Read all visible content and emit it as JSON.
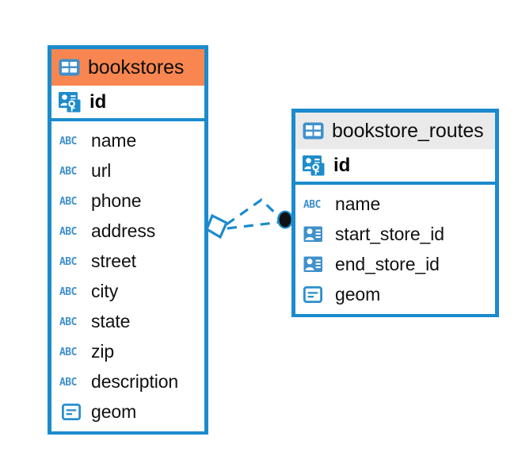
{
  "diagram": {
    "type": "entity-relationship-diagram",
    "background": "#ffffff",
    "accent_border": "#1b8bce",
    "highlight_header": "#f98650",
    "neutral_header": "#eaeaea",
    "icon_blue": "#3f90cc"
  },
  "entities": [
    {
      "id": "bookstores",
      "title": "bookstores",
      "header_style": "orange",
      "primary_key": {
        "name": "id",
        "icon": "primary-key-icon"
      },
      "fields": [
        {
          "name": "name",
          "icon": "abc-icon",
          "icon_label": "ABC"
        },
        {
          "name": "url",
          "icon": "abc-icon",
          "icon_label": "ABC"
        },
        {
          "name": "phone",
          "icon": "abc-icon",
          "icon_label": "ABC"
        },
        {
          "name": "address",
          "icon": "abc-icon",
          "icon_label": "ABC"
        },
        {
          "name": "street",
          "icon": "abc-icon",
          "icon_label": "ABC"
        },
        {
          "name": "city",
          "icon": "abc-icon",
          "icon_label": "ABC"
        },
        {
          "name": "state",
          "icon": "abc-icon",
          "icon_label": "ABC"
        },
        {
          "name": "zip",
          "icon": "abc-icon",
          "icon_label": "ABC"
        },
        {
          "name": "description",
          "icon": "abc-icon",
          "icon_label": "ABC"
        },
        {
          "name": "geom",
          "icon": "geometry-icon"
        }
      ]
    },
    {
      "id": "bookstore_routes",
      "title": "bookstore_routes",
      "header_style": "gray",
      "primary_key": {
        "name": "id",
        "icon": "primary-key-icon"
      },
      "fields": [
        {
          "name": "name",
          "icon": "abc-icon",
          "icon_label": "ABC"
        },
        {
          "name": "start_store_id",
          "icon": "foreign-key-icon"
        },
        {
          "name": "end_store_id",
          "icon": "foreign-key-icon"
        },
        {
          "name": "geom",
          "icon": "geometry-icon"
        }
      ]
    }
  ],
  "relationship": {
    "from": "bookstores",
    "to": "bookstore_routes",
    "line_style": "dashed",
    "color": "#1b8bce",
    "source_marker": "diamond-open",
    "target_marker": "filled-circle",
    "branches": 2
  }
}
